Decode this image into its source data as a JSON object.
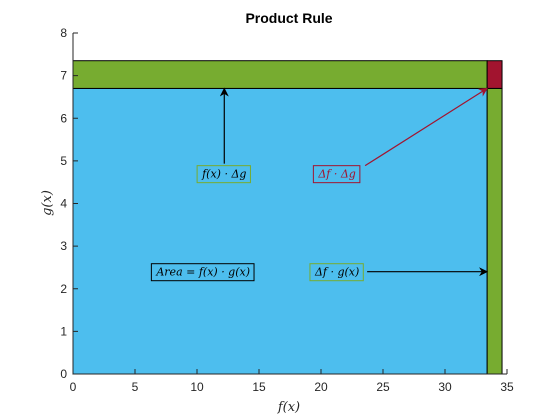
{
  "chart_data": {
    "type": "area",
    "title": "Product Rule",
    "xlabel": "f(x)",
    "ylabel": "g(x)",
    "xlim": [
      0,
      35
    ],
    "ylim": [
      0,
      8
    ],
    "xticks": [
      0,
      5,
      10,
      15,
      20,
      25,
      30,
      35
    ],
    "yticks": [
      0,
      1,
      2,
      3,
      4,
      5,
      6,
      7,
      8
    ],
    "grid": false,
    "rectangles": [
      {
        "name": "area",
        "x": [
          0,
          33.4
        ],
        "y": [
          0,
          6.7
        ],
        "color": "#4DBEEE"
      },
      {
        "name": "top-strip",
        "x": [
          0,
          33.4
        ],
        "y": [
          6.7,
          7.35
        ],
        "color": "#77AC30"
      },
      {
        "name": "right-strip",
        "x": [
          33.4,
          34.6
        ],
        "y": [
          0,
          6.7
        ],
        "color": "#77AC30"
      },
      {
        "name": "corner",
        "x": [
          33.4,
          34.6
        ],
        "y": [
          6.7,
          7.35
        ],
        "color": "#A2142F"
      }
    ],
    "annotations": [
      {
        "name": "area-label",
        "text": "Area = f(x) · g(x)",
        "x": 10.5,
        "y": 2.4,
        "edge_color": "#000000",
        "text_color": "#000000"
      },
      {
        "name": "top-label",
        "text": "f(x) · Δg",
        "x": 12.2,
        "y": 4.7,
        "edge_color": "#77AC30",
        "text_color": "#000000",
        "arrow_to": [
          12.2,
          6.7
        ],
        "arrow_color": "#000000"
      },
      {
        "name": "right-label",
        "text": "Δf · g(x)",
        "x": 21.3,
        "y": 2.4,
        "edge_color": "#77AC30",
        "text_color": "#000000",
        "arrow_to": [
          33.4,
          2.4
        ],
        "arrow_color": "#000000"
      },
      {
        "name": "corner-label",
        "text": "Δf · Δg",
        "x": 21.3,
        "y": 4.7,
        "edge_color": "#A2142F",
        "text_color": "#A2142F",
        "arrow_to": [
          33.4,
          6.7
        ],
        "arrow_color": "#A2142F"
      }
    ]
  }
}
